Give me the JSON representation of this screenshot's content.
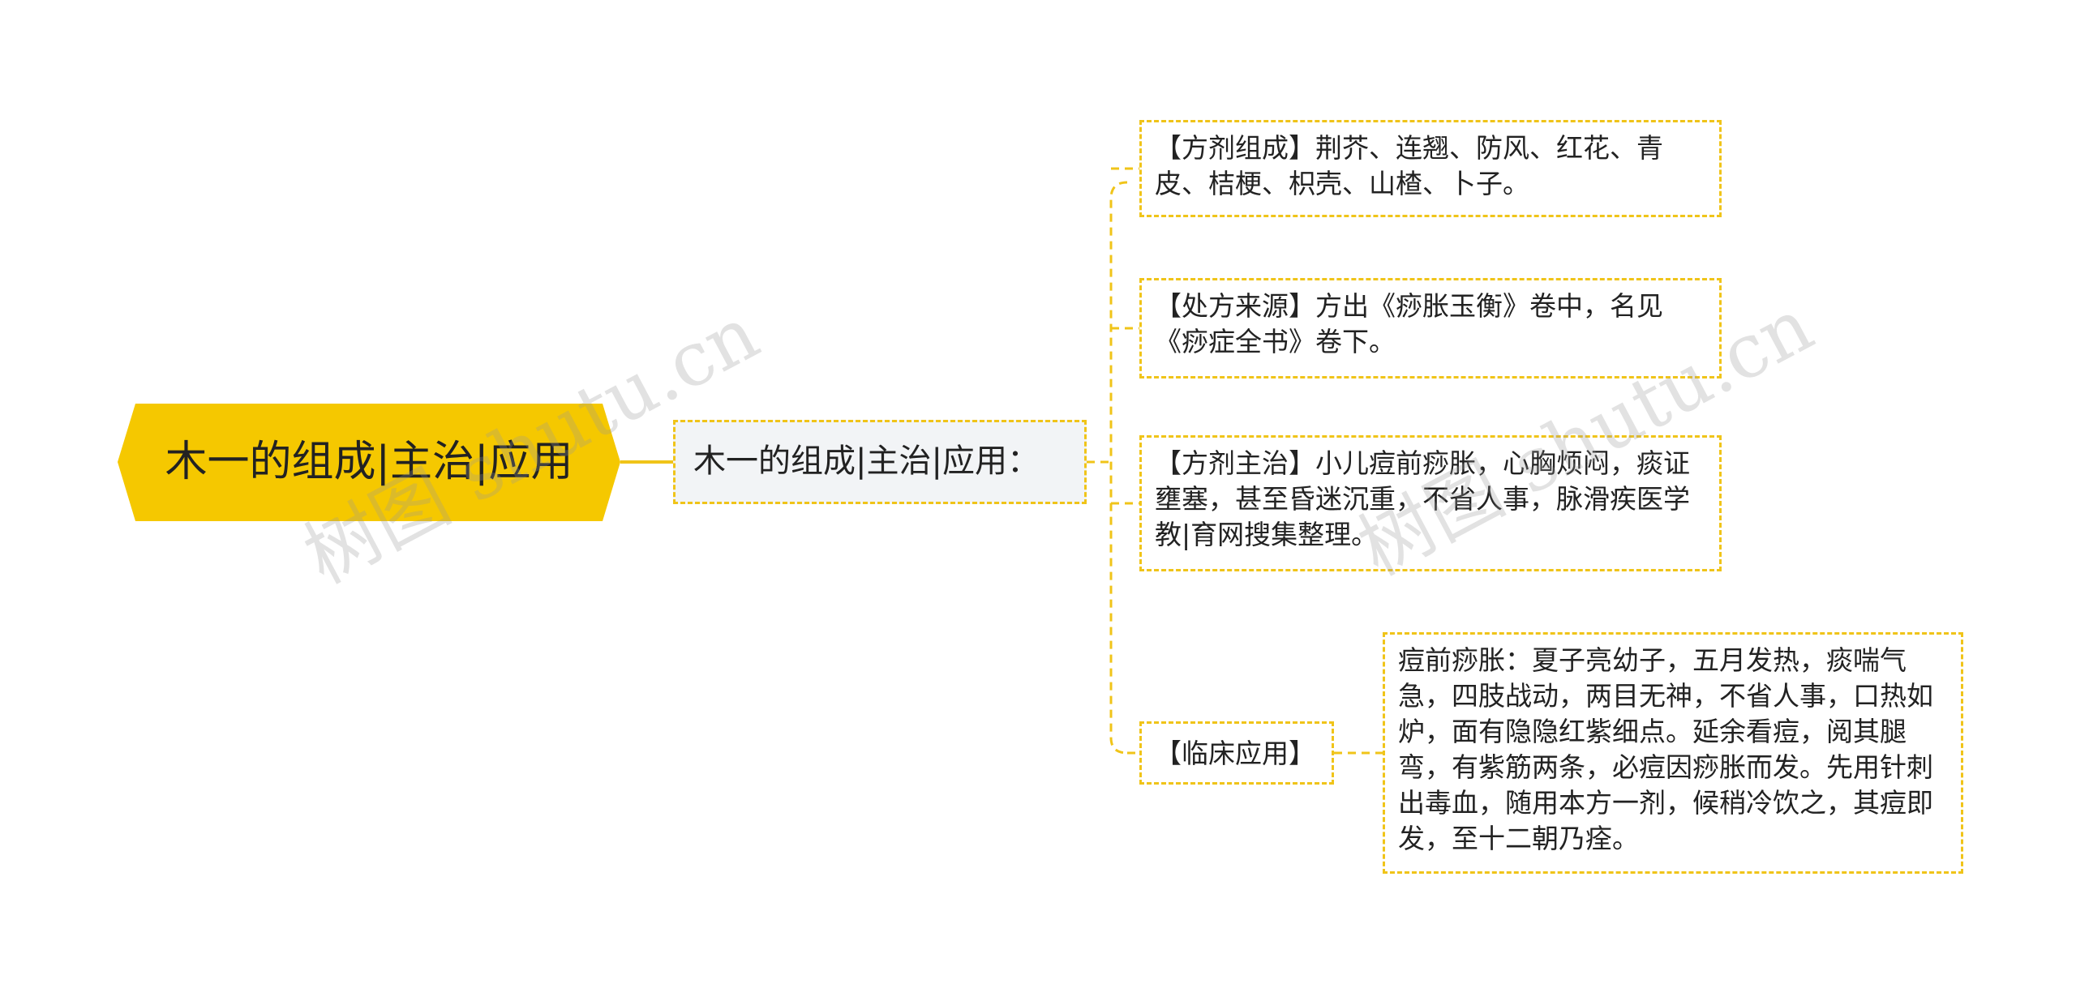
{
  "root": {
    "title": "木一的组成|主治|应用"
  },
  "hub": {
    "title": "木一的组成|主治|应用："
  },
  "branches": [
    {
      "text": "【方剂组成】荆芥、连翘、防风、红花、青皮、桔梗、枳壳、山楂、卜子。"
    },
    {
      "text": "【处方来源】方出《痧胀玉衡》卷中，名见《痧症全书》卷下。"
    },
    {
      "text": "【方剂主治】小儿痘前痧胀，心胸烦闷，痰证壅塞，甚至昏迷沉重，不省人事，脉滑疾医学教|育网搜集整理。"
    },
    {
      "text": "【临床应用】"
    }
  ],
  "application_detail": {
    "text": "痘前痧胀：夏子亮幼子，五月发热，痰喘气急，四肢战动，两目无神，不省人事，口热如炉，面有隐隐红紫细点。延余看痘，阅其腿弯，有紫筋两条，必痘因痧胀而发。先用针刺出毒血，随用本方一剂，候稍冷饮之，其痘即发，至十二朝乃痊。"
  },
  "watermarks": [
    {
      "text": "树图 shutu.cn"
    },
    {
      "text": "树图 shutu.cn"
    }
  ],
  "colors": {
    "root_fill": "#f5c800",
    "connector": "#f0c419",
    "hub_fill": "#f2f4f6",
    "text": "#222222"
  }
}
